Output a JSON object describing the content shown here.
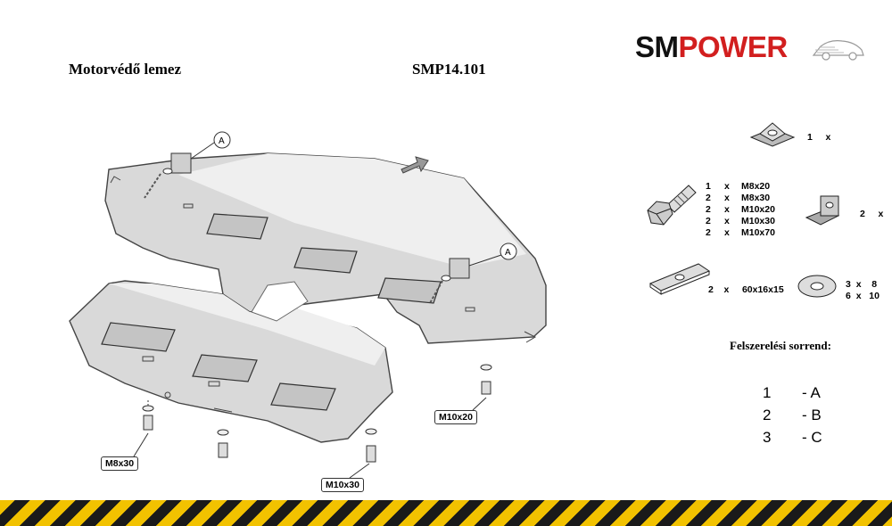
{
  "header": {
    "title": "Motorvédő lemez",
    "code": "SMP14.101"
  },
  "logo": {
    "part1": "SM",
    "part2": "POWER",
    "colors": {
      "dark": "#111111",
      "red": "#d21f1f"
    }
  },
  "parts": {
    "nut_qty": "1",
    "x": "x",
    "bolts": [
      {
        "qty": "1",
        "x": "x",
        "size": "M8x20"
      },
      {
        "qty": "2",
        "x": "x",
        "size": "M8x30"
      },
      {
        "qty": "2",
        "x": "x",
        "size": "M10x20"
      },
      {
        "qty": "2",
        "x": "x",
        "size": "M10x30"
      },
      {
        "qty": "2",
        "x": "x",
        "size": "M10x70"
      }
    ],
    "bracket_qty": "2",
    "plate": {
      "qty": "2",
      "x": "x",
      "size": "60x16x15"
    },
    "washers": [
      {
        "qty": "3",
        "x": "x",
        "size": "8"
      },
      {
        "qty": "6",
        "x": "x",
        "size": "10"
      }
    ]
  },
  "sequence": {
    "title": "Felszerelési sorrend:",
    "steps": [
      {
        "n": "1",
        "label": "- A"
      },
      {
        "n": "2",
        "label": "- B"
      },
      {
        "n": "3",
        "label": "- C"
      }
    ]
  },
  "diagram": {
    "marker_a": "A",
    "callouts": [
      "M8x30",
      "M10x30",
      "M10x20"
    ]
  },
  "colors": {
    "plate_fill": "#d9d9d9",
    "plate_light": "#eeeeee",
    "stripe_yellow": "#f2c200",
    "stripe_black": "#1a1a1a"
  }
}
